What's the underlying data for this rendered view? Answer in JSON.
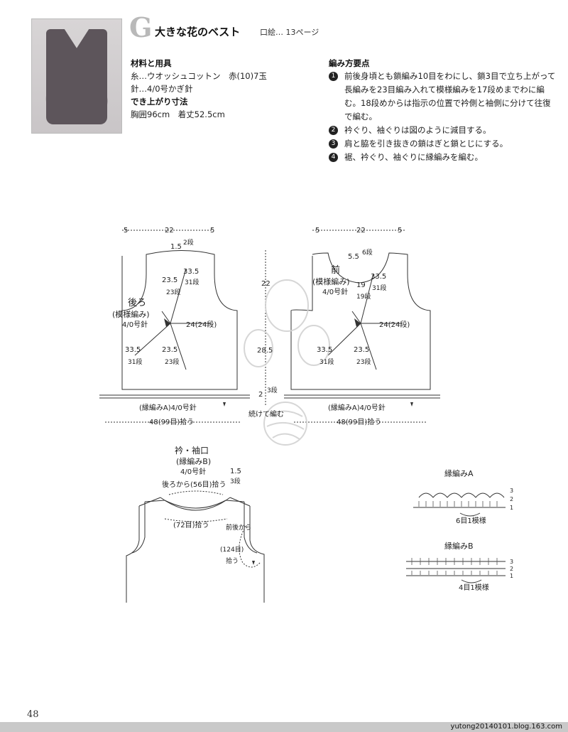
{
  "header": {
    "letter": "G",
    "title": "大きな花のベスト",
    "ref": "口絵… 13ページ"
  },
  "materials": {
    "heading": "材料と用具",
    "yarn": "糸…ウオッシュコットン　赤(10)7玉",
    "needle": "針…4/0号かぎ針",
    "size_heading": "でき上がり寸法",
    "size": "胸囲96cm　着丈52.5cm"
  },
  "instructions": {
    "heading": "編み方要点",
    "steps": [
      {
        "num": "1",
        "text": "前後身頃とも鎖編み10目をわにし、鎖3目で立ち上がって長編みを23目編み入れて模様編みを17段めまでわに編む。18段めからは指示の位置で衿側と袖側に分けて往復で編む。"
      },
      {
        "num": "2",
        "text": "衿ぐり、袖ぐりは図のように減目する。"
      },
      {
        "num": "3",
        "text": "肩と脇を引き抜きの鎖はぎと鎖とじにする。"
      },
      {
        "num": "4",
        "text": "裾、衿ぐり、袖ぐりに縁編みを編む。"
      }
    ]
  },
  "back": {
    "top_5a": "5",
    "top_22": "22",
    "top_5b": "5",
    "neck_15": "1.5",
    "neck_2dan": "2段",
    "v235": "23.5",
    "v23dan": "23段",
    "v335": "33.5",
    "v31dan": "31段",
    "label": "後ろ",
    "pattern": "(模様編み)",
    "needle": "4/0号針",
    "radius": "24(24段)",
    "bottom_335": "33.5",
    "bottom_31dan": "31段",
    "bottom_235": "23.5",
    "bottom_23dan": "23段",
    "edging": "(縁編みA)4/0号針",
    "pickup": "48(99目)拾う"
  },
  "middle": {
    "h22": "22",
    "h285": "28.5",
    "h2": "2",
    "h3dan": "3段",
    "continue": "続けて編む"
  },
  "front": {
    "top_5a": "5",
    "top_22": "22",
    "top_5b": "5",
    "neck_55": "5.5",
    "neck_6dan": "6段",
    "label": "前",
    "pattern": "(模様編み)",
    "needle": "4/0号針",
    "v19": "19",
    "v19dan": "19段",
    "v335": "33.5",
    "v31dan": "31段",
    "radius": "24(24段)",
    "bottom_335": "33.5",
    "bottom_31dan": "31段",
    "bottom_235": "23.5",
    "bottom_23dan": "23段",
    "edging": "(縁編みA)4/0号針",
    "pickup": "48(99目)拾う"
  },
  "collar": {
    "title": "衿・袖口",
    "pattern": "(縁編みB)",
    "needle": "4/0号針",
    "back_pick": "後ろから(56目)拾う",
    "front_pick": "(72目)拾う",
    "v15": "1.5",
    "v3dan": "3段",
    "armhole1": "前後から",
    "armhole2": "(124目)",
    "armhole3": "拾う"
  },
  "edgeA": {
    "title": "縁編みA",
    "rep": "6目1模様",
    "rows": [
      "3",
      "2",
      "1"
    ]
  },
  "edgeB": {
    "title": "縁編みB",
    "rep": "4目1模様",
    "rows": [
      "3",
      "2",
      "1"
    ]
  },
  "page_number": "48",
  "footer": "yutong20140101.blog.163.com"
}
